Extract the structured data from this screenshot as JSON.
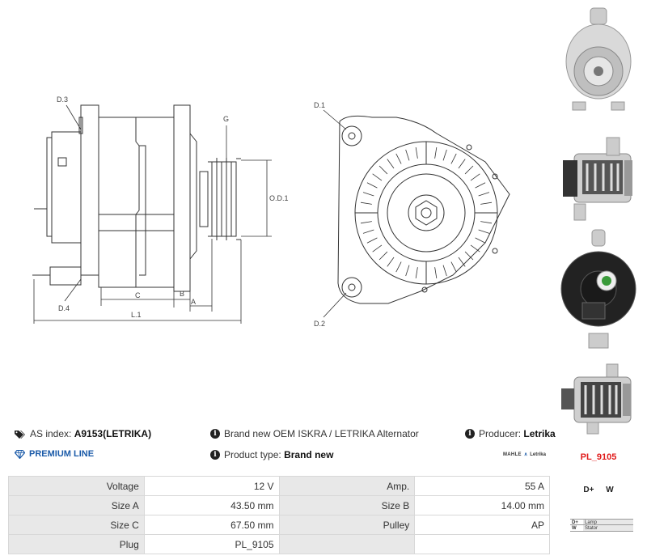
{
  "drawing": {
    "labels": {
      "d3": "D.3",
      "d4": "D.4",
      "g": "G",
      "od1": "O.D.1",
      "c": "C",
      "b": "B",
      "a": "A",
      "l1": "L.1",
      "d1": "D.1",
      "d2": "D.2"
    }
  },
  "thumbnails": [
    {
      "name": "front-view"
    },
    {
      "name": "side-view"
    },
    {
      "name": "rear-view"
    },
    {
      "name": "top-view"
    }
  ],
  "plug_code": "PL_9105",
  "pins": {
    "header": [
      "D+",
      "W"
    ],
    "legend": [
      {
        "key": "D+",
        "value": "Lamp"
      },
      {
        "key": "W",
        "value": "Stator"
      }
    ]
  },
  "info": {
    "as_index_label": "AS index:",
    "as_index_value": "A9153(LETRIKA)",
    "description": "Brand new OEM ISKRA / LETRIKA Alternator",
    "producer_label": "Producer:",
    "producer_value": "Letrika",
    "premium_line": "PREMIUM LINE",
    "product_type_label": "Product type:",
    "product_type_value": "Brand new",
    "brand_logo_a": "MAHLE",
    "brand_logo_b": "Letrika"
  },
  "specs": [
    {
      "k1": "Voltage",
      "v1": "12 V",
      "k2": "Amp.",
      "v2": "55 A"
    },
    {
      "k1": "Size A",
      "v1": "43.50 mm",
      "k2": "Size B",
      "v2": "14.00 mm"
    },
    {
      "k1": "Size C",
      "v1": "67.50 mm",
      "k2": "Pulley",
      "v2": "AP"
    },
    {
      "k1": "Plug",
      "v1": "PL_9105",
      "k2": "",
      "v2": ""
    }
  ],
  "colors": {
    "accent_blue": "#1a5aa8",
    "plug_red": "#e01b1b",
    "table_key_bg": "#e8e8e8"
  }
}
